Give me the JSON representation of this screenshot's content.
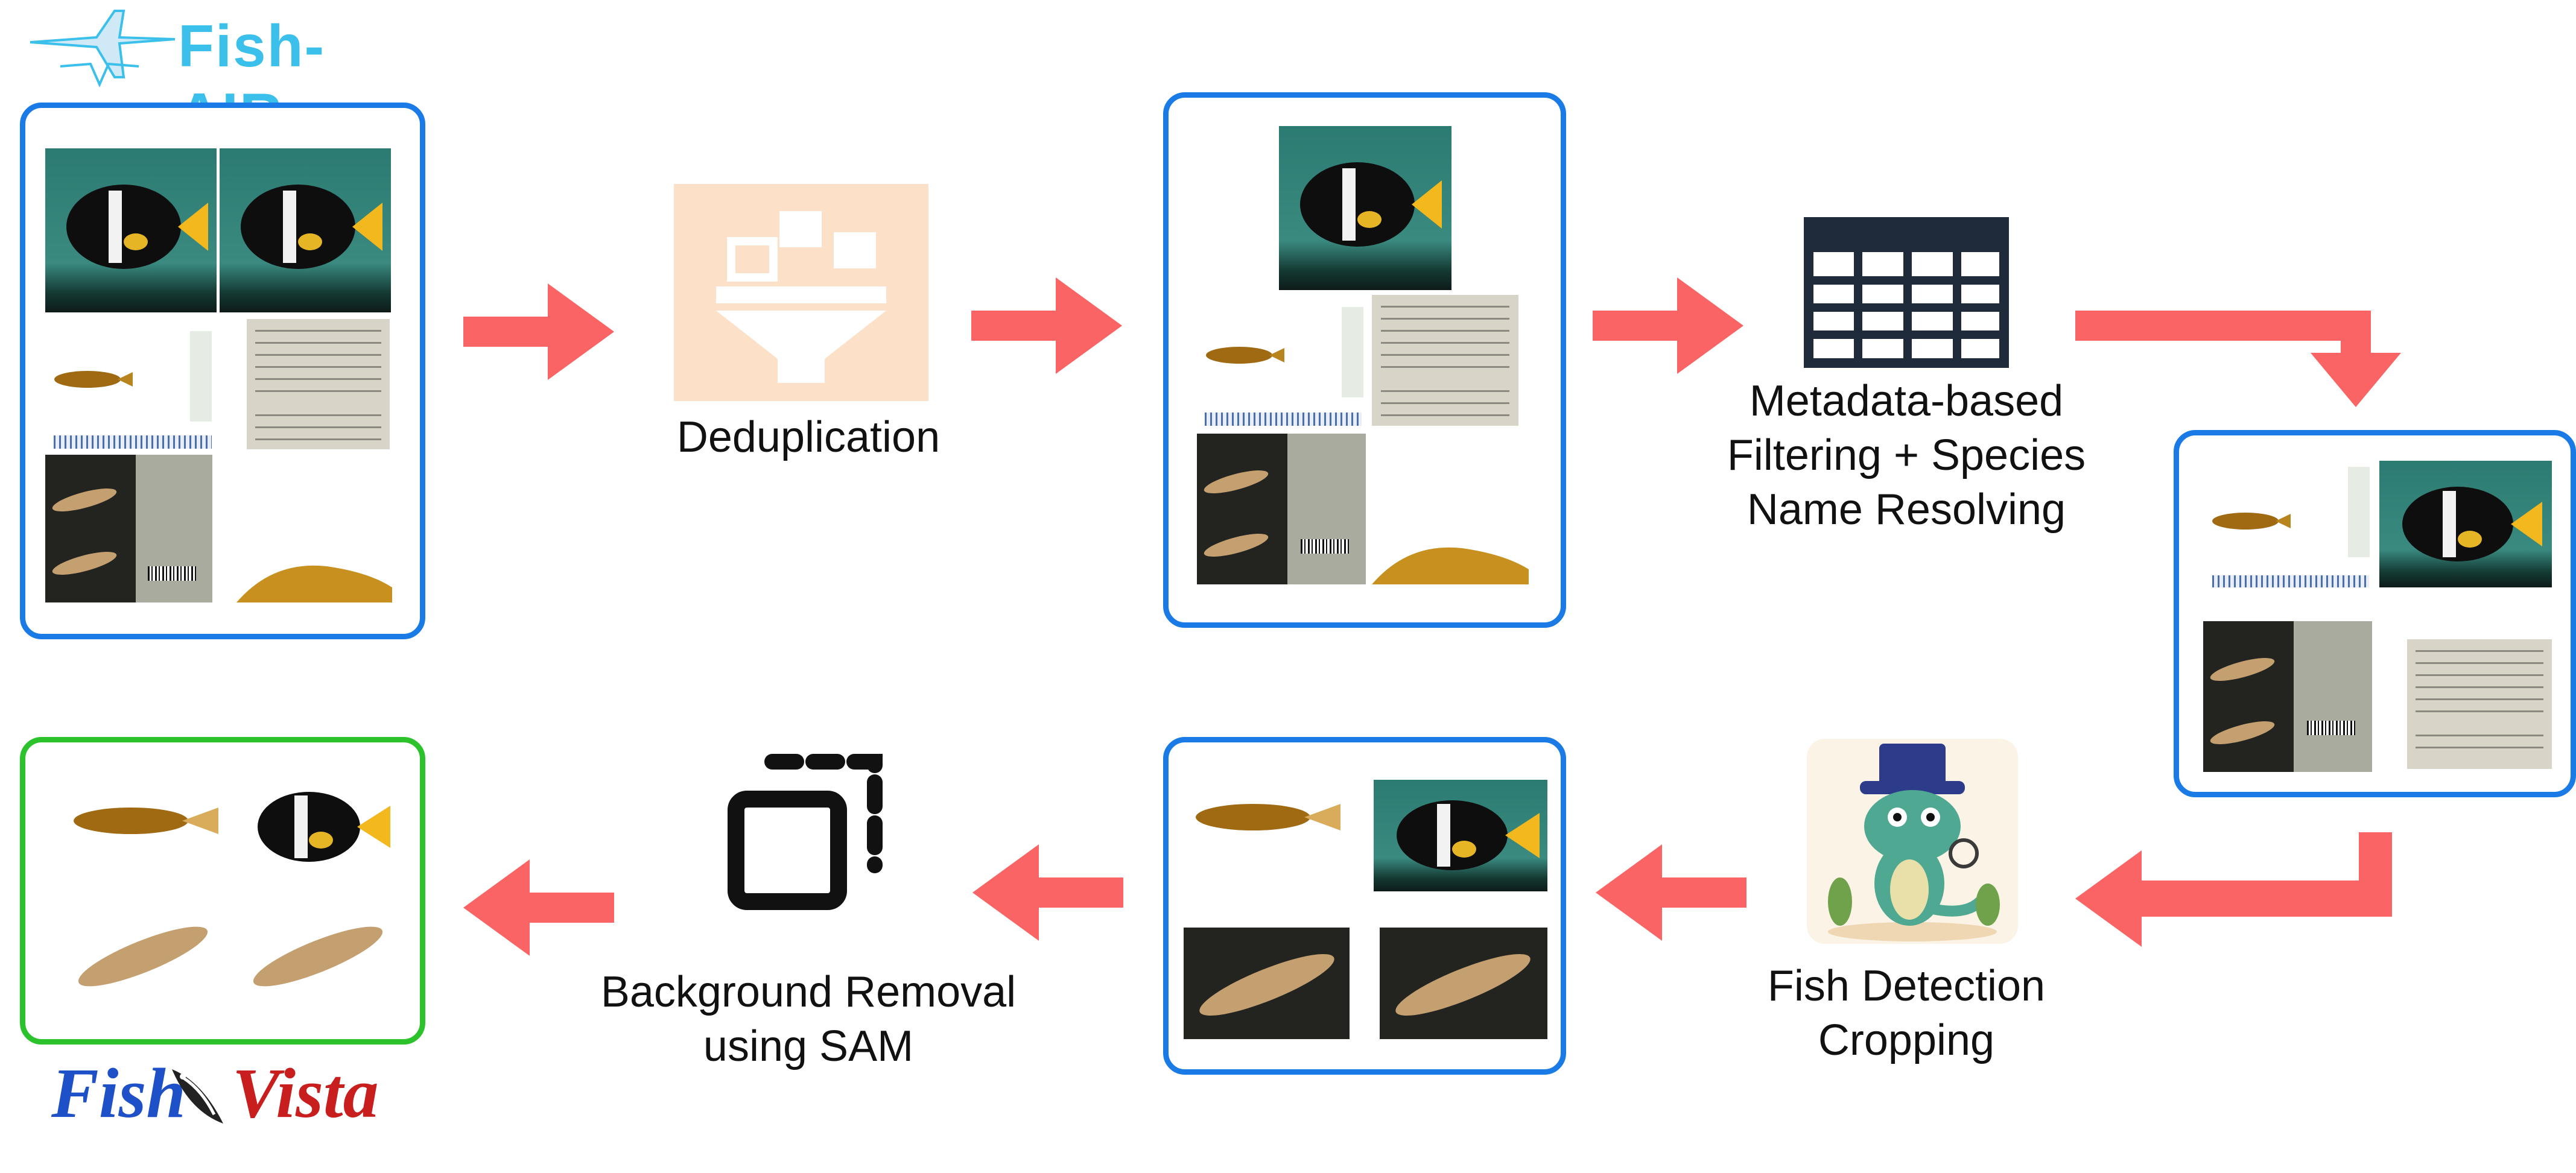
{
  "logos": {
    "fish_air": "Fish-AIR",
    "fish_vista_part1": "Fish",
    "fish_vista_part2": "Vista"
  },
  "steps": {
    "deduplication": "Deduplication",
    "metadata_line1": "Metadata-based",
    "metadata_line2": "Filtering + Species",
    "metadata_line3": "Name Resolving",
    "detection_line1": "Fish Detection",
    "detection_line2": "Cropping",
    "background_line1": "Background Removal",
    "background_line2": "using SAM"
  },
  "colors": {
    "arrow": "#fa6464",
    "panel_border": "#1a7be6",
    "final_panel_border": "#2cc22c",
    "fish_air_text": "#3ac0ea",
    "fish_vista_blue": "#1e50c8",
    "fish_vista_red": "#c81e1e",
    "dedup_icon_bg": "#fde0c8",
    "table_icon": "#1f2a3a"
  },
  "icons": [
    "deduplication-funnel-icon",
    "table-icon",
    "lizard-mascot-icon",
    "crop-selection-icon",
    "arrow-icon"
  ]
}
